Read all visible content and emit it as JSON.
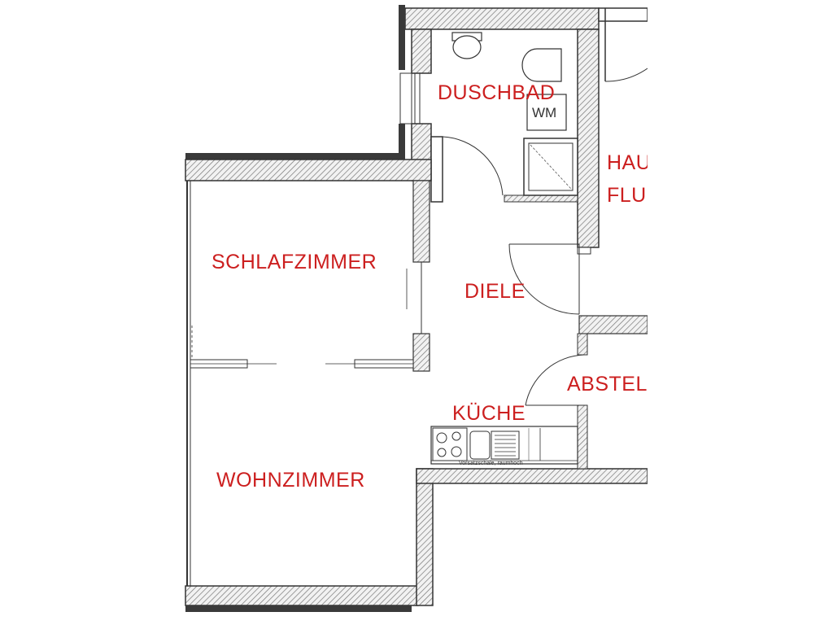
{
  "rooms": {
    "duschbad": "DUSCHBAD",
    "hausflur_line1": "HAUS",
    "hausflur_line2": "FLUR",
    "schlafzimmer": "SCHLAFZIMMER",
    "diele": "DIELE",
    "abstell": "ABSTELL",
    "kueche": "KÜCHE",
    "wohnzimmer": "WOHNZIMMER"
  },
  "fixtures": {
    "washing_machine": "WM",
    "kitchen_note": "Vorsatzschale, raumhoch"
  },
  "colors": {
    "label": "#cc1f1f",
    "wall": "#3a3a3a",
    "hatch": "#8a8a8a"
  }
}
